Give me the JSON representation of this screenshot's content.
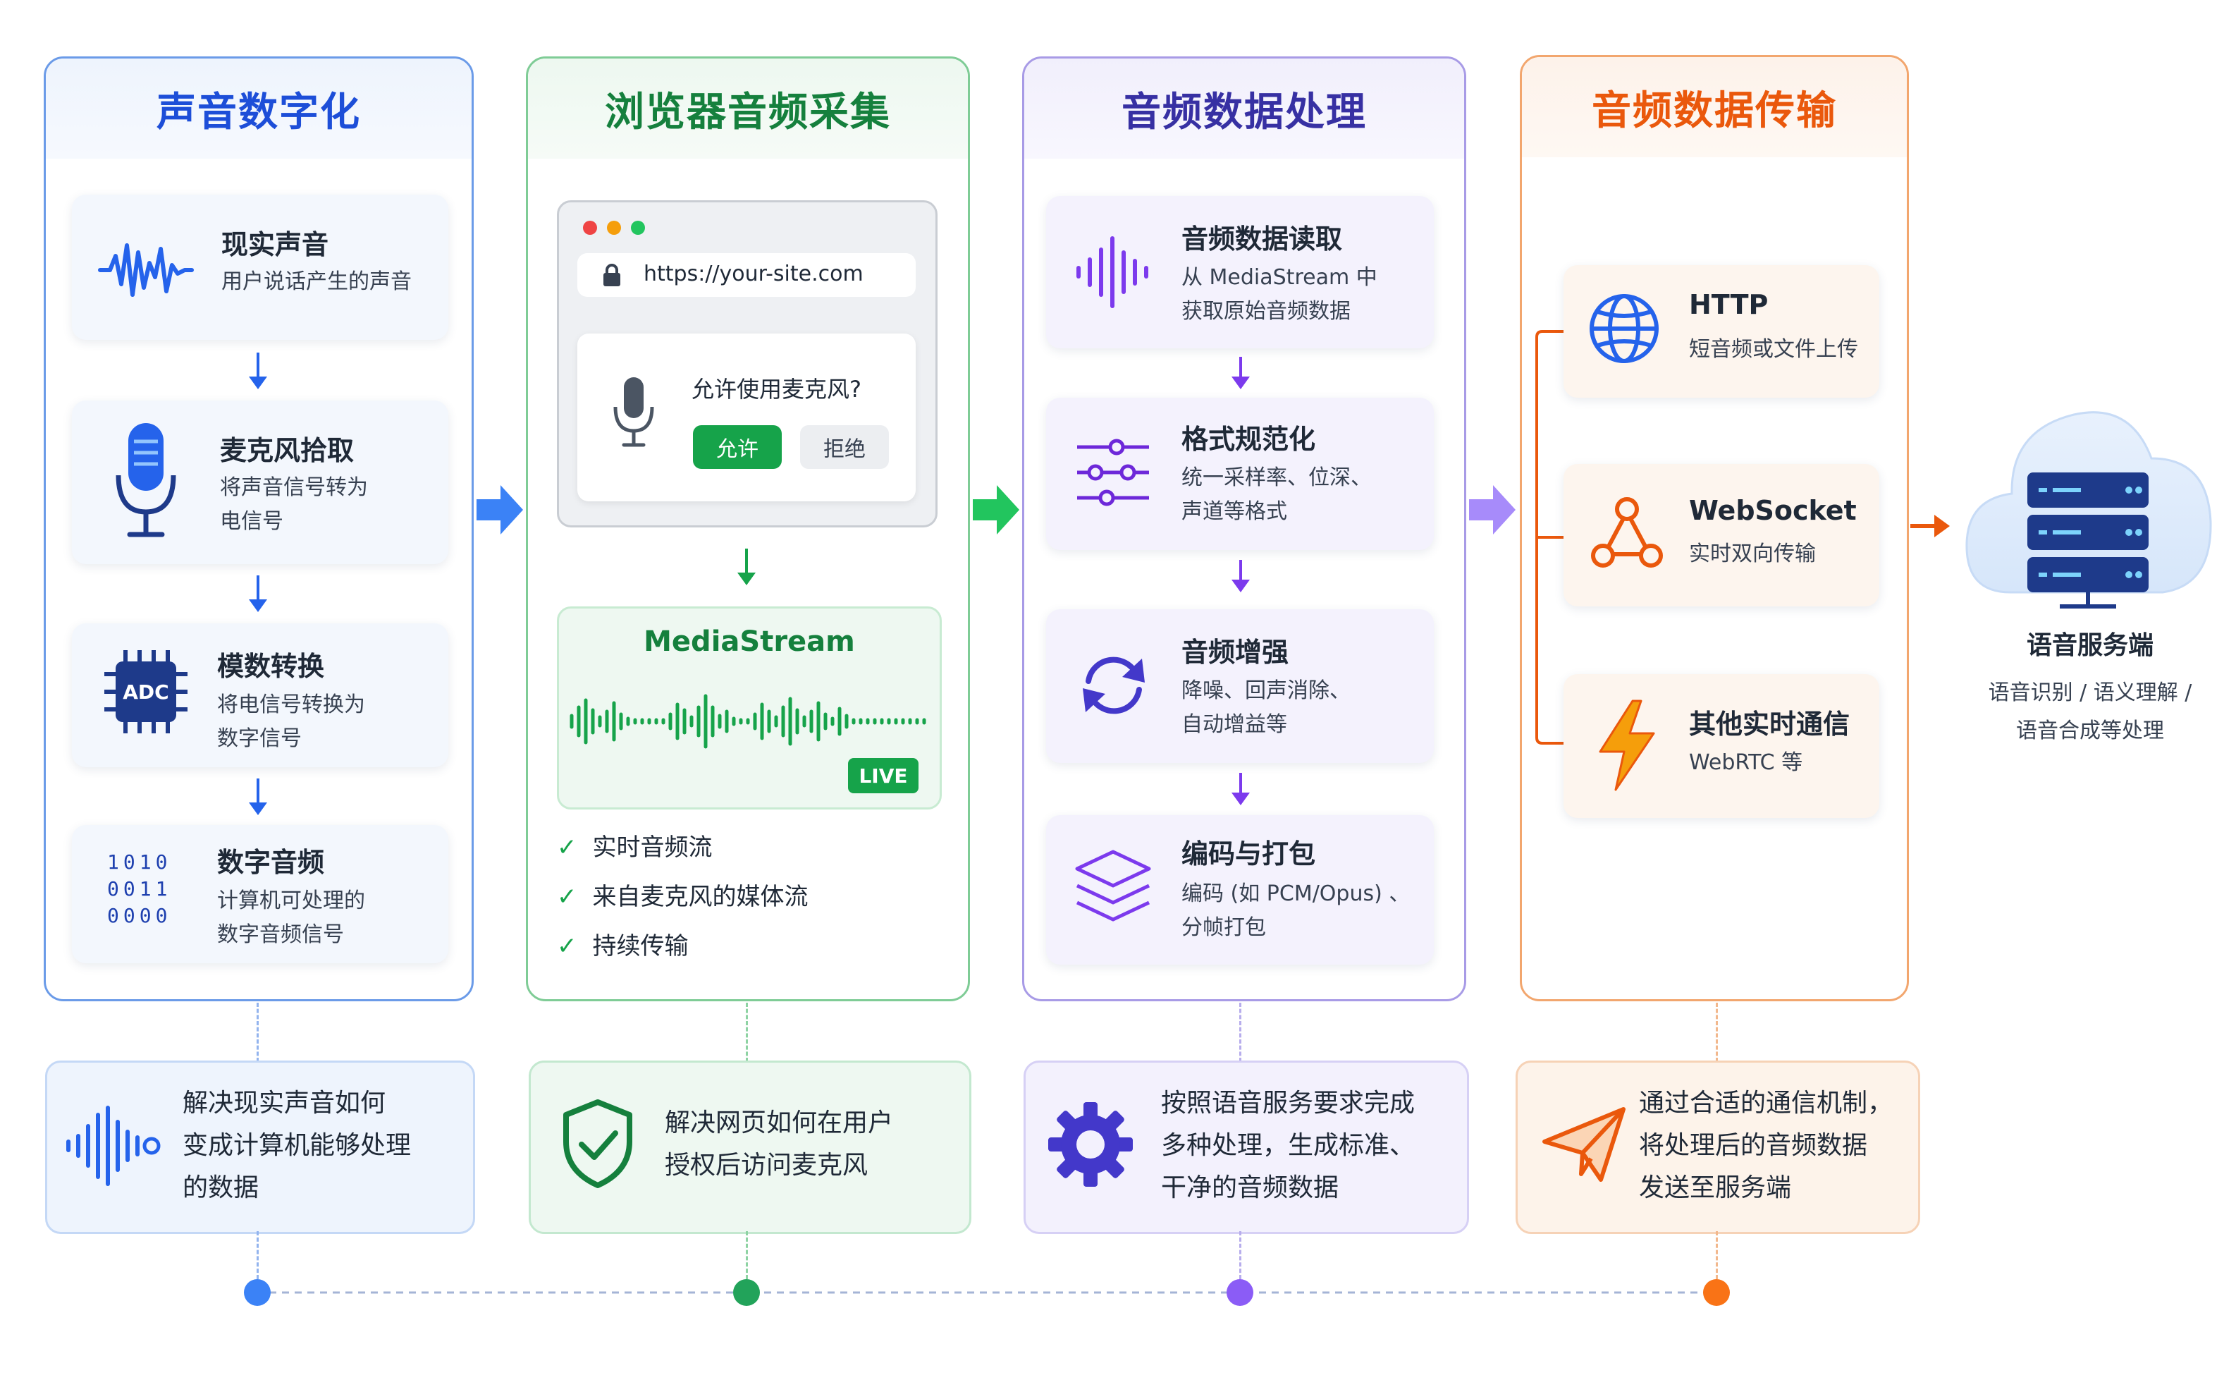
{
  "columns": [
    {
      "title": "声音数字化",
      "color": "#2563eb"
    },
    {
      "title": "浏览器音频采集",
      "color": "#16a34a"
    },
    {
      "title": "音频数据处理",
      "color": "#4338ca"
    },
    {
      "title": "音频数据传输",
      "color": "#ea580c"
    }
  ],
  "digitize": {
    "cards": [
      {
        "title": "现实声音",
        "desc": "用户说话产生的声音"
      },
      {
        "title": "麦克风拾取",
        "desc": "将声音信号转为\n电信号"
      },
      {
        "title": "模数转换",
        "desc": "将电信号转换为\n数字信号"
      },
      {
        "title": "数字音频",
        "desc": "计算机可处理的\n数字音频信号"
      }
    ],
    "adc_label": "ADC",
    "binary_rows": [
      "1010",
      "0011",
      "0000"
    ]
  },
  "browser": {
    "url": "https://your-site.com",
    "prompt": "允许使用麦克风?",
    "allow": "允许",
    "deny": "拒绝",
    "stream_title": "MediaStream",
    "live_badge": "LIVE",
    "features": [
      "实时音频流",
      "来自麦克风的媒体流",
      "持续传输"
    ]
  },
  "processing": {
    "cards": [
      {
        "title": "音频数据读取",
        "desc": "从 MediaStream 中\n获取原始音频数据"
      },
      {
        "title": "格式规范化",
        "desc": "统一采样率、位深、\n声道等格式"
      },
      {
        "title": "音频增强",
        "desc": "降噪、回声消除、\n自动增益等"
      },
      {
        "title": "编码与打包",
        "desc": "编码 (如 PCM/Opus) 、\n分帧打包"
      }
    ]
  },
  "transport": {
    "cards": [
      {
        "title": "HTTP",
        "desc": "短音频或文件上传"
      },
      {
        "title": "WebSocket",
        "desc": "实时双向传输"
      },
      {
        "title": "其他实时通信",
        "desc": "WebRTC 等"
      }
    ]
  },
  "server": {
    "title": "语音服务端",
    "desc": "语音识别 / 语义理解 /\n语音合成等处理"
  },
  "summaries": [
    "解决现实声音如何\n变成计算机能够处理\n的数据",
    "解决网页如何在用户\n授权后访问麦克风",
    "按照语音服务要求完成\n多种处理，生成标准、\n干净的音频数据",
    "通过合适的通信机制，\n将处理后的音频数据\n发送至服务端"
  ]
}
